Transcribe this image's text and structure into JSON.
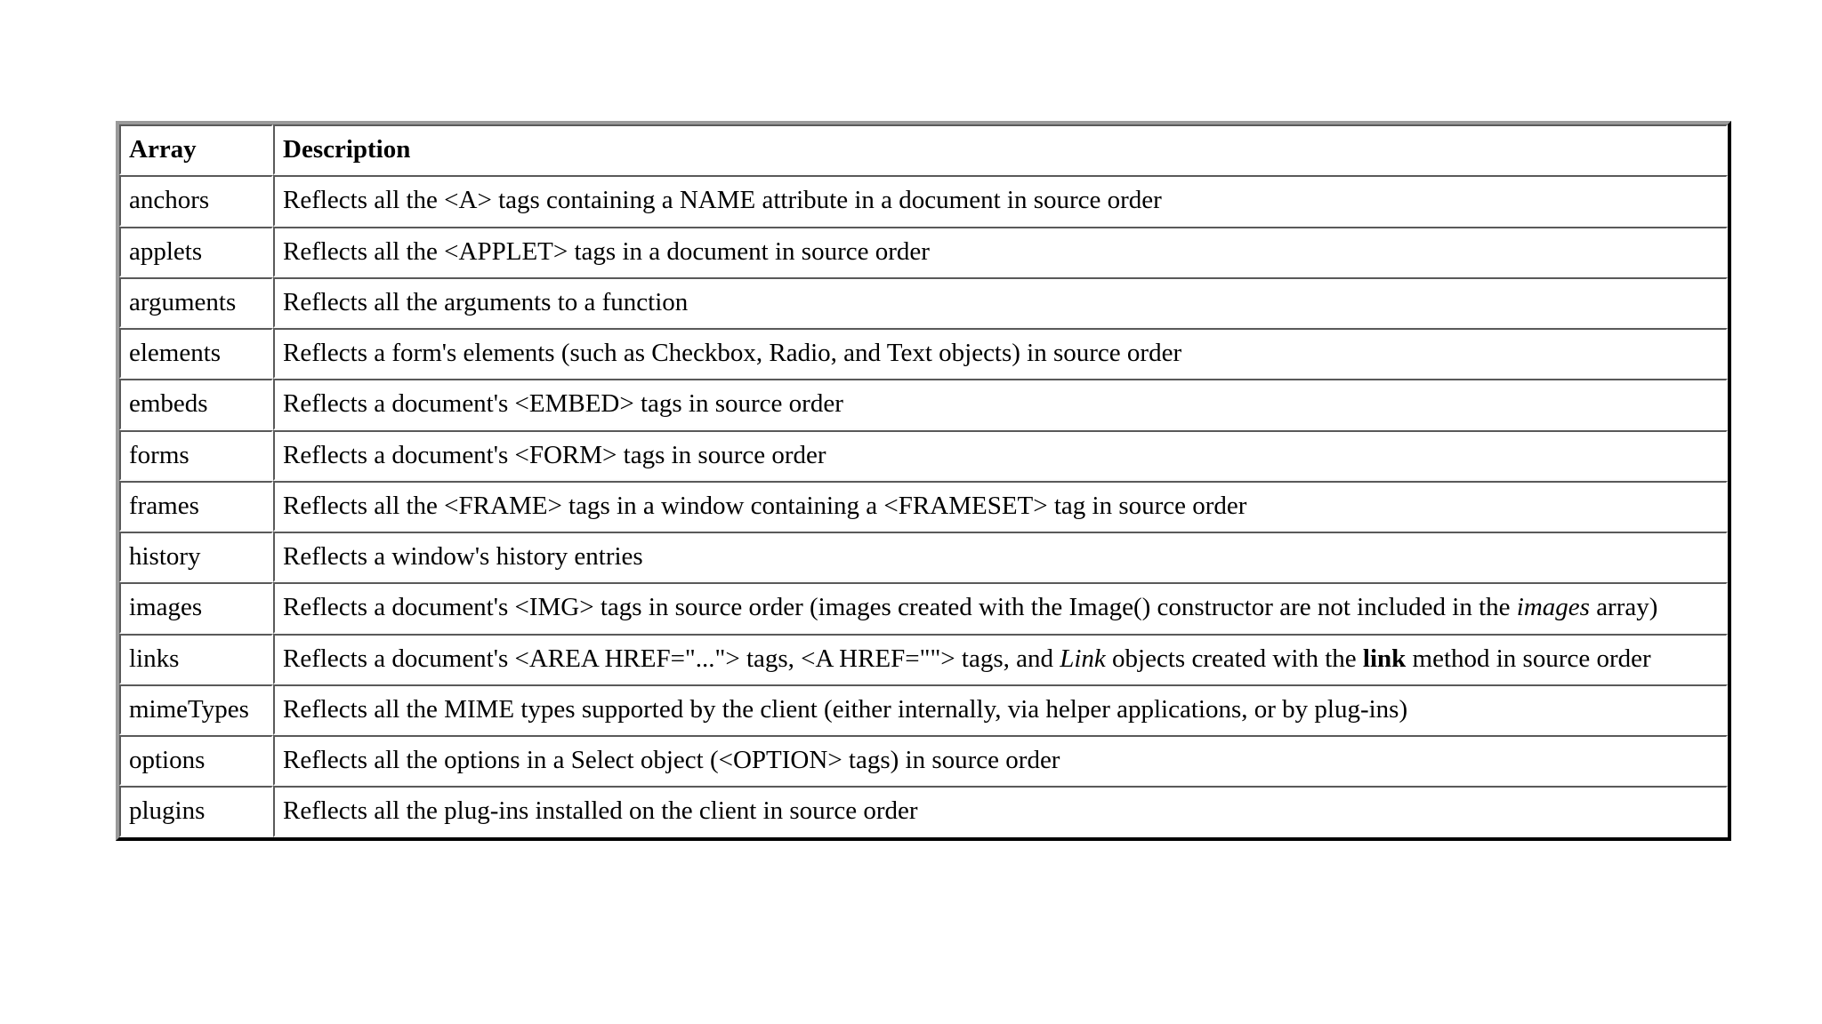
{
  "table": {
    "columns": [
      {
        "key": "array",
        "label": "Array"
      },
      {
        "key": "description",
        "label": "Description"
      }
    ],
    "rows": [
      {
        "array": "anchors",
        "description": "Reflects all the <A> tags containing a NAME attribute in a document in source order"
      },
      {
        "array": "applets",
        "description": "Reflects all the <APPLET> tags in a document in source order"
      },
      {
        "array": "arguments",
        "description": "Reflects all the arguments to a function"
      },
      {
        "array": "elements",
        "description": "Reflects a form's elements (such as Checkbox, Radio, and Text objects) in source order"
      },
      {
        "array": "embeds",
        "description": "Reflects a document's <EMBED> tags in source order"
      },
      {
        "array": "forms",
        "description": "Reflects a document's <FORM> tags in source order"
      },
      {
        "array": "frames",
        "description": "Reflects all the <FRAME> tags in a window containing a <FRAMESET> tag in source order"
      },
      {
        "array": "history",
        "description": "Reflects a window's history entries"
      },
      {
        "array": "images",
        "description_parts": [
          {
            "text": "Reflects a document's <IMG> tags in source order (images created with the Image() constructor are not included in the ",
            "style": "normal"
          },
          {
            "text": "images",
            "style": "italic"
          },
          {
            "text": " array)",
            "style": "normal"
          }
        ]
      },
      {
        "array": "links",
        "description_parts": [
          {
            "text": "Reflects a document's <AREA HREF=\"...\"> tags, <A HREF=\"\"> tags, and ",
            "style": "normal"
          },
          {
            "text": "Link",
            "style": "italic"
          },
          {
            "text": " objects created with the ",
            "style": "normal"
          },
          {
            "text": "link",
            "style": "bold"
          },
          {
            "text": " method in source order",
            "style": "normal"
          }
        ]
      },
      {
        "array": "mimeTypes",
        "description": "Reflects all the MIME types supported by the client (either internally, via helper applications, or by plug-ins)"
      },
      {
        "array": "options",
        "description": "Reflects all the options in a Select object (<OPTION> tags) in source order"
      },
      {
        "array": "plugins",
        "description": "Reflects all the plug-ins installed on the client in source order"
      }
    ]
  },
  "colors": {
    "page_background": "#ffffff",
    "text": "#000000",
    "frame_light": "#9a9a9a",
    "frame_dark": "#202020",
    "cell_border_light": "#fafafa",
    "cell_border_dark": "#adadad"
  }
}
